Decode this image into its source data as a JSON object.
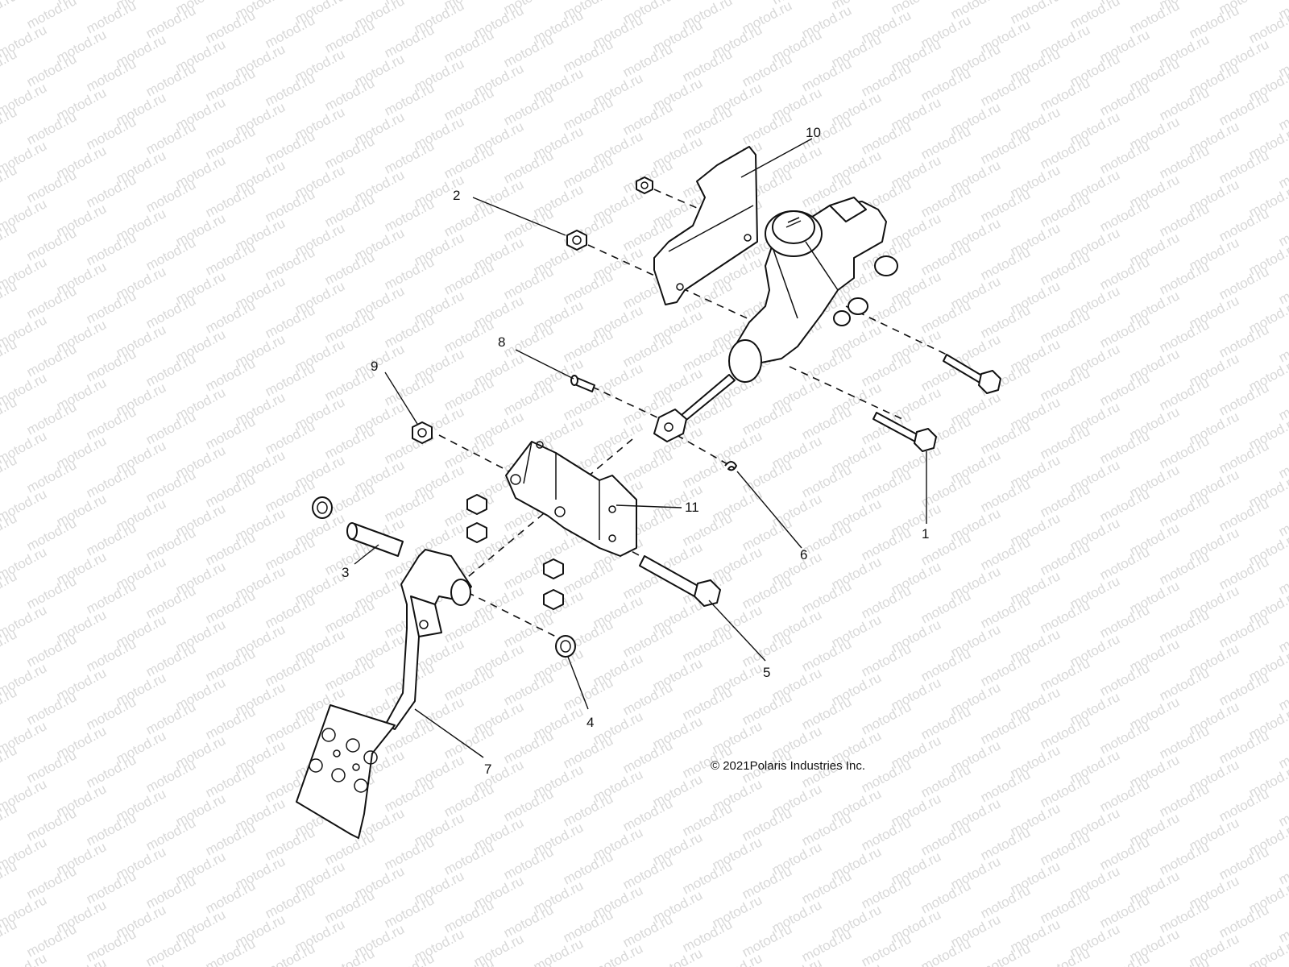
{
  "watermark": {
    "text": "motod.ru",
    "color": "#d8d8d8"
  },
  "copyright": "© 2021Polaris Industries Inc.",
  "callouts": [
    {
      "id": "1",
      "label": "1"
    },
    {
      "id": "2",
      "label": "2"
    },
    {
      "id": "3",
      "label": "3"
    },
    {
      "id": "4",
      "label": "4"
    },
    {
      "id": "5",
      "label": "5"
    },
    {
      "id": "6",
      "label": "6"
    },
    {
      "id": "7",
      "label": "7"
    },
    {
      "id": "8",
      "label": "8"
    },
    {
      "id": "9",
      "label": "9"
    },
    {
      "id": "10",
      "label": "10"
    },
    {
      "id": "11",
      "label": "11"
    }
  ]
}
